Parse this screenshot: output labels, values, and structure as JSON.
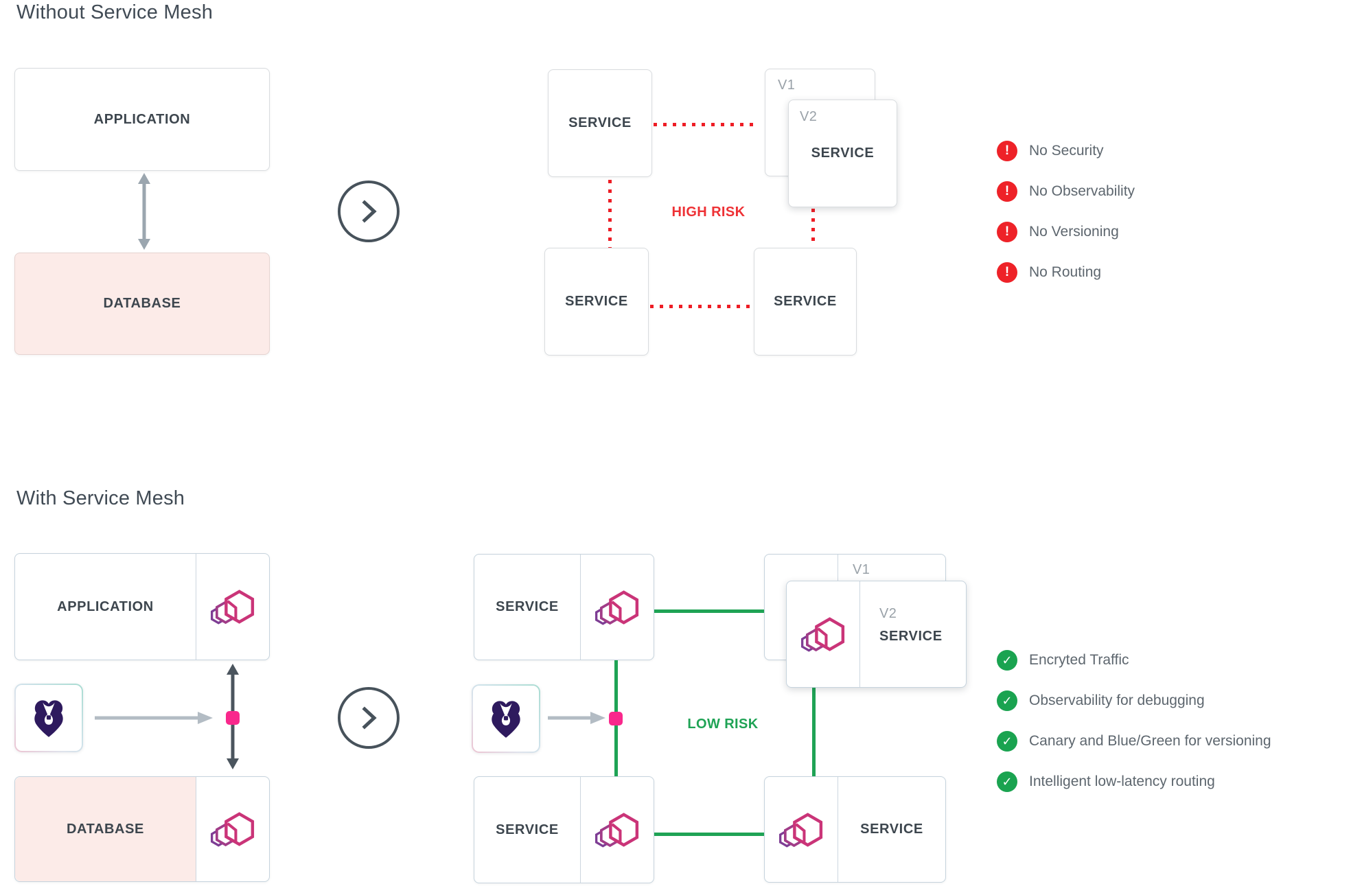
{
  "sections": {
    "without": {
      "title": "Without Service Mesh",
      "application": "APPLICATION",
      "database": "DATABASE",
      "service": "SERVICE",
      "v1": "V1",
      "v2": "V2",
      "risk": "HIGH RISK",
      "issues": [
        "No Security",
        "No Observability",
        "No Versioning",
        "No Routing"
      ]
    },
    "with": {
      "title": "With Service Mesh",
      "application": "APPLICATION",
      "database": "DATABASE",
      "service": "SERVICE",
      "v1": "V1",
      "v2": "V2",
      "risk": "LOW RISK",
      "benefits": [
        "Encryted Traffic",
        "Observability for debugging",
        "Canary and Blue/Green for versioning",
        "Intelligent low-latency routing"
      ]
    }
  },
  "glyphs": {
    "error": "!",
    "check": "✓"
  },
  "colors": {
    "risk_high_red": "#ee3135",
    "error_red": "#ee2228",
    "dotted_red": "#ee1d25",
    "risk_low_green": "#1fa355",
    "check_green": "#1aa350",
    "accent_pink_dot": "#f9288c",
    "database_pink": "#fcebe8",
    "mesh_pink": "#ca3478",
    "mesh_purple": "#7e3d94",
    "bear_purple": "#2e1a5e",
    "arrow_gray": "#9ba6af",
    "arrow_dark": "#4b555e"
  }
}
